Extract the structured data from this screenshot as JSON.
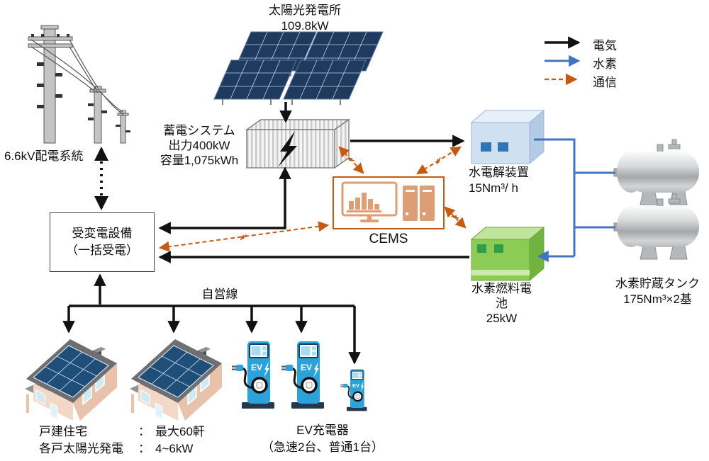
{
  "colors": {
    "electricity": "#111111",
    "hydrogen": "#4472c4",
    "communication": "#c55a11"
  },
  "legend": {
    "items": [
      {
        "label": "電気",
        "style": "solid-black-arrow"
      },
      {
        "label": "水素",
        "style": "solid-blue-arrow"
      },
      {
        "label": "通信",
        "style": "dashed-orange-arrow"
      }
    ]
  },
  "grid": {
    "label": "6.6kV配電系統"
  },
  "solar_plant": {
    "name": "太陽光発電所",
    "capacity": "109.8kW"
  },
  "battery": {
    "name": "蓄電システム",
    "output": "出力400kW",
    "capacity": "容量1,075kWh"
  },
  "substation": {
    "line1": "受変電設備",
    "line2": "（一括受電）"
  },
  "cems": {
    "label": "CEMS"
  },
  "electrolyzer": {
    "name": "水電解装置",
    "capacity": "15Nm³/ h"
  },
  "fuel_cell": {
    "name_line1": "水素燃料電",
    "name_line2": "池",
    "capacity": "25kW"
  },
  "hydrogen_tank": {
    "name": "水素貯蔵タンク",
    "capacity": "175Nm³×2基"
  },
  "private_line": {
    "label": "自営線"
  },
  "houses_caption": {
    "rows": [
      {
        "label": "戸建住宅",
        "separator": "：",
        "value": "最大60軒"
      },
      {
        "label": "各戸太陽光発電",
        "separator": "：",
        "value": "4~6kW"
      }
    ]
  },
  "ev_station": {
    "title": "EV充電器",
    "subtitle": "（急速2台、普通1台）",
    "unit_label": "EV"
  },
  "icons": {
    "battery": "lightning-bolt",
    "cems": "monitor-with-bar-chart-and-servers",
    "grid": "utility-poles",
    "solar_plant": "solar-panel-arrays",
    "hydrogen_tank": "horizontal-pressure-tank",
    "houses": "house-with-rooftop-solar",
    "ev": "ev-charging-station"
  }
}
